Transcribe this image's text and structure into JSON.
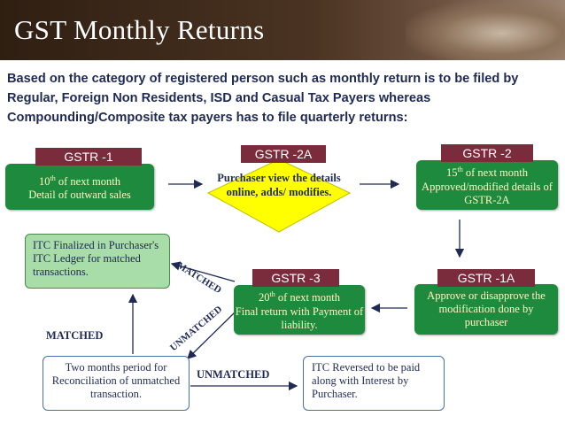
{
  "header": {
    "title": "GST Monthly Returns"
  },
  "intro": "Based on the category of registered person such as monthly return is to be filed by Regular, Foreign Non Residents, ISD and Casual Tax Payers whereas Compounding/Composite tax payers has to file quarterly returns:",
  "nodes": {
    "gstr1": {
      "tab": "GSTR -1",
      "line1": "10",
      "sup": "th",
      "line1_rest": " of next month",
      "line2": "Detail of outward sales"
    },
    "gstr2a": {
      "tab": "GSTR -2A",
      "text": "Purchaser view the details online, adds/ modifies."
    },
    "gstr2": {
      "tab": "GSTR -2",
      "line1": "15",
      "sup": "th",
      "line1_rest": " of next month",
      "line2": "Approved/modified details of GSTR-2A"
    },
    "gstr1a": {
      "tab": "GSTR -1A",
      "text": "Approve or disapprove the modification done by purchaser"
    },
    "gstr3": {
      "tab": "GSTR -3",
      "line1": "20",
      "sup": "th",
      "line1_rest": " of next month",
      "line2": "Final return with Payment of liability."
    },
    "itc_finalized": {
      "text": "ITC Finalized in Purchaser's ITC Ledger for matched transactions."
    },
    "reconciliation": {
      "text": "Two months period for Reconciliation of unmatched transaction."
    },
    "itc_reversed": {
      "text": "ITC Reversed to be paid along with Interest by Purchaser."
    }
  },
  "edge_labels": {
    "matched_diag": "MATCHED",
    "unmatched_diag": "UNMATCHED",
    "matched": "MATCHED",
    "unmatched": "UNMATCHED"
  },
  "colors": {
    "tab": "#7b2c3c",
    "green_box": "#1e8a3e",
    "green_text": "#fff7c0",
    "diamond": "#ffff00",
    "light_green": "#a8dca8",
    "navy": "#1f2a55"
  }
}
